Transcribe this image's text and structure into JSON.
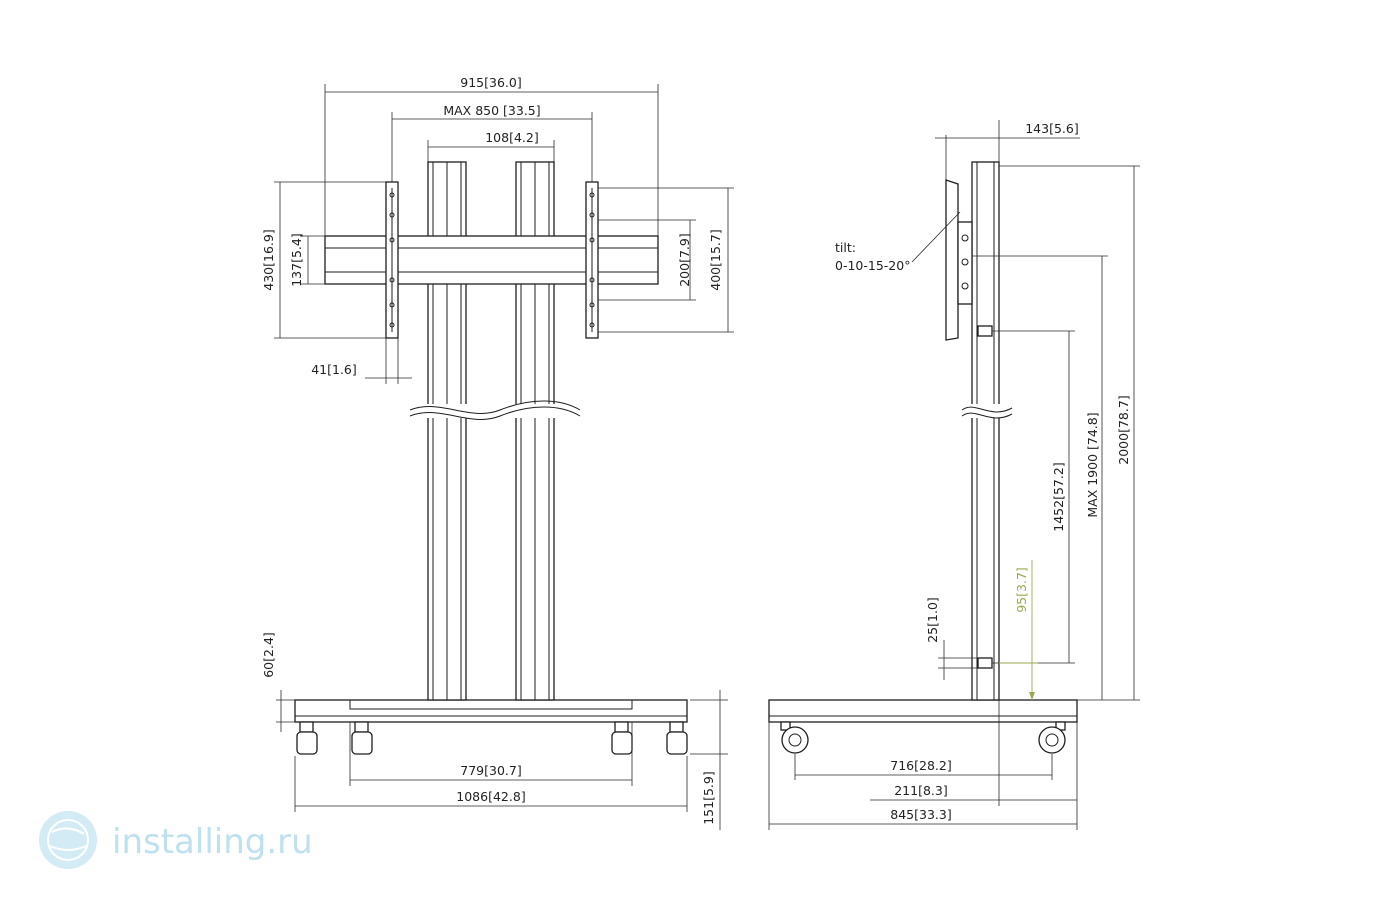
{
  "front_view": {
    "dims": {
      "overall_width": "915",
      "overall_width_in": "36.0",
      "max_vesa": "MAX 850",
      "max_vesa_in": "33.5",
      "column_width": "108",
      "column_width_in": "4.2",
      "bracket_height": "430",
      "bracket_height_in": "16.9",
      "crossbar_height": "137",
      "crossbar_height_in": "5.4",
      "vesa_200": "200",
      "vesa_200_in": "7.9",
      "vesa_400": "400",
      "vesa_400_in": "15.7",
      "bracket_offset": "41",
      "bracket_offset_in": "1.6",
      "base_height": "60",
      "base_height_in": "2.4",
      "inner_width": "779",
      "inner_width_in": "30.7",
      "base_width": "1086",
      "base_width_in": "42.8",
      "wheel_height": "151",
      "wheel_height_in": "5.9"
    }
  },
  "side_view": {
    "tilt_label": "tilt:",
    "tilt_values": "0-10-15-20°",
    "dims": {
      "depth_offset": "143",
      "depth_offset_in": "5.6",
      "mount_range": "1452",
      "mount_range_in": "57.2",
      "max_height": "MAX 1900",
      "max_height_in": "74.8",
      "total_height": "2000",
      "total_height_in": "78.7",
      "lower_offset": "25",
      "lower_offset_in": "1.0",
      "floor_offset": "95",
      "floor_offset_in": "3.7",
      "wheel_span": "716",
      "wheel_span_in": "28.2",
      "rear_offset": "211",
      "rear_offset_in": "8.3",
      "base_depth": "845",
      "base_depth_in": "33.3"
    }
  },
  "watermark": {
    "text": "installing.ru",
    "icon": "globe-logo-icon"
  },
  "colors": {
    "line": "#1e1e1e",
    "accent_dimension": "#9ba84f",
    "watermark": "#bfe0ee"
  }
}
